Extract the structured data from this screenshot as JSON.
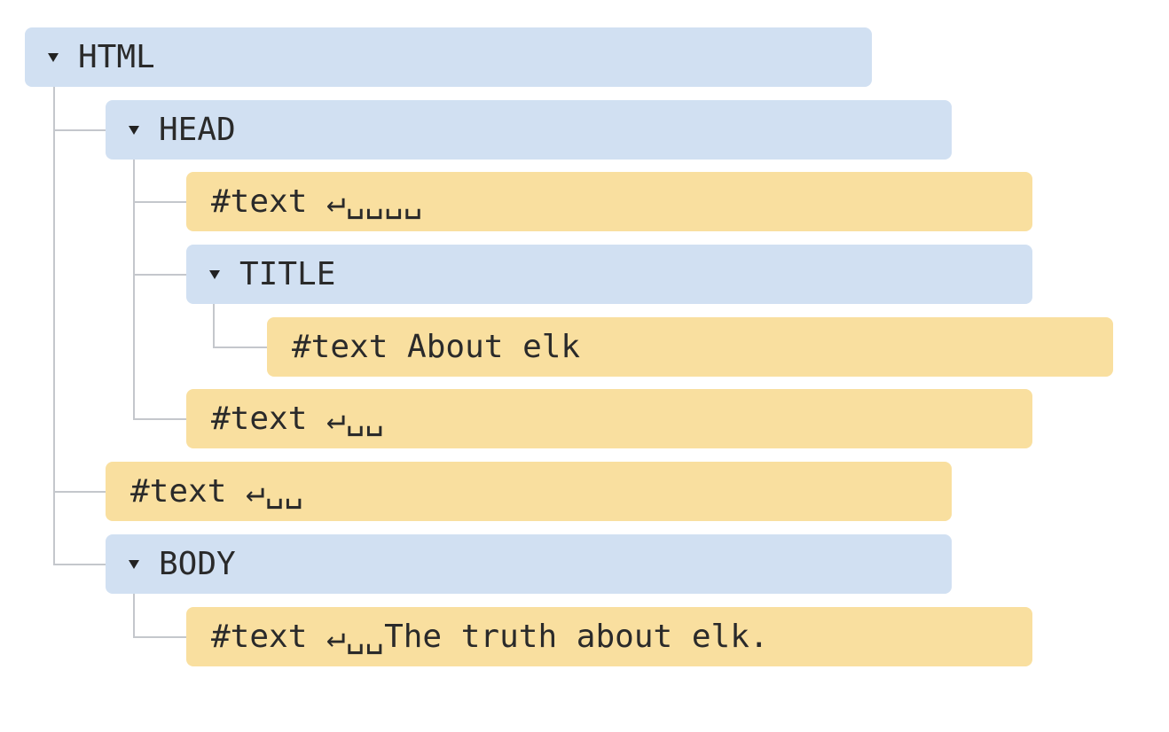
{
  "nodes": {
    "html": "HTML",
    "head": "HEAD",
    "head_text1": "#text ↵␣␣␣␣",
    "title": "TITLE",
    "title_text": "#text About elk",
    "head_text2": "#text ↵␣␣",
    "between_text": "#text ↵␣␣",
    "body": "BODY",
    "body_text": "#text ↵␣␣The truth about elk."
  },
  "colors": {
    "element_node": "#d1e0f2",
    "text_node": "#f9df9f",
    "connector": "#c4c7cc"
  }
}
